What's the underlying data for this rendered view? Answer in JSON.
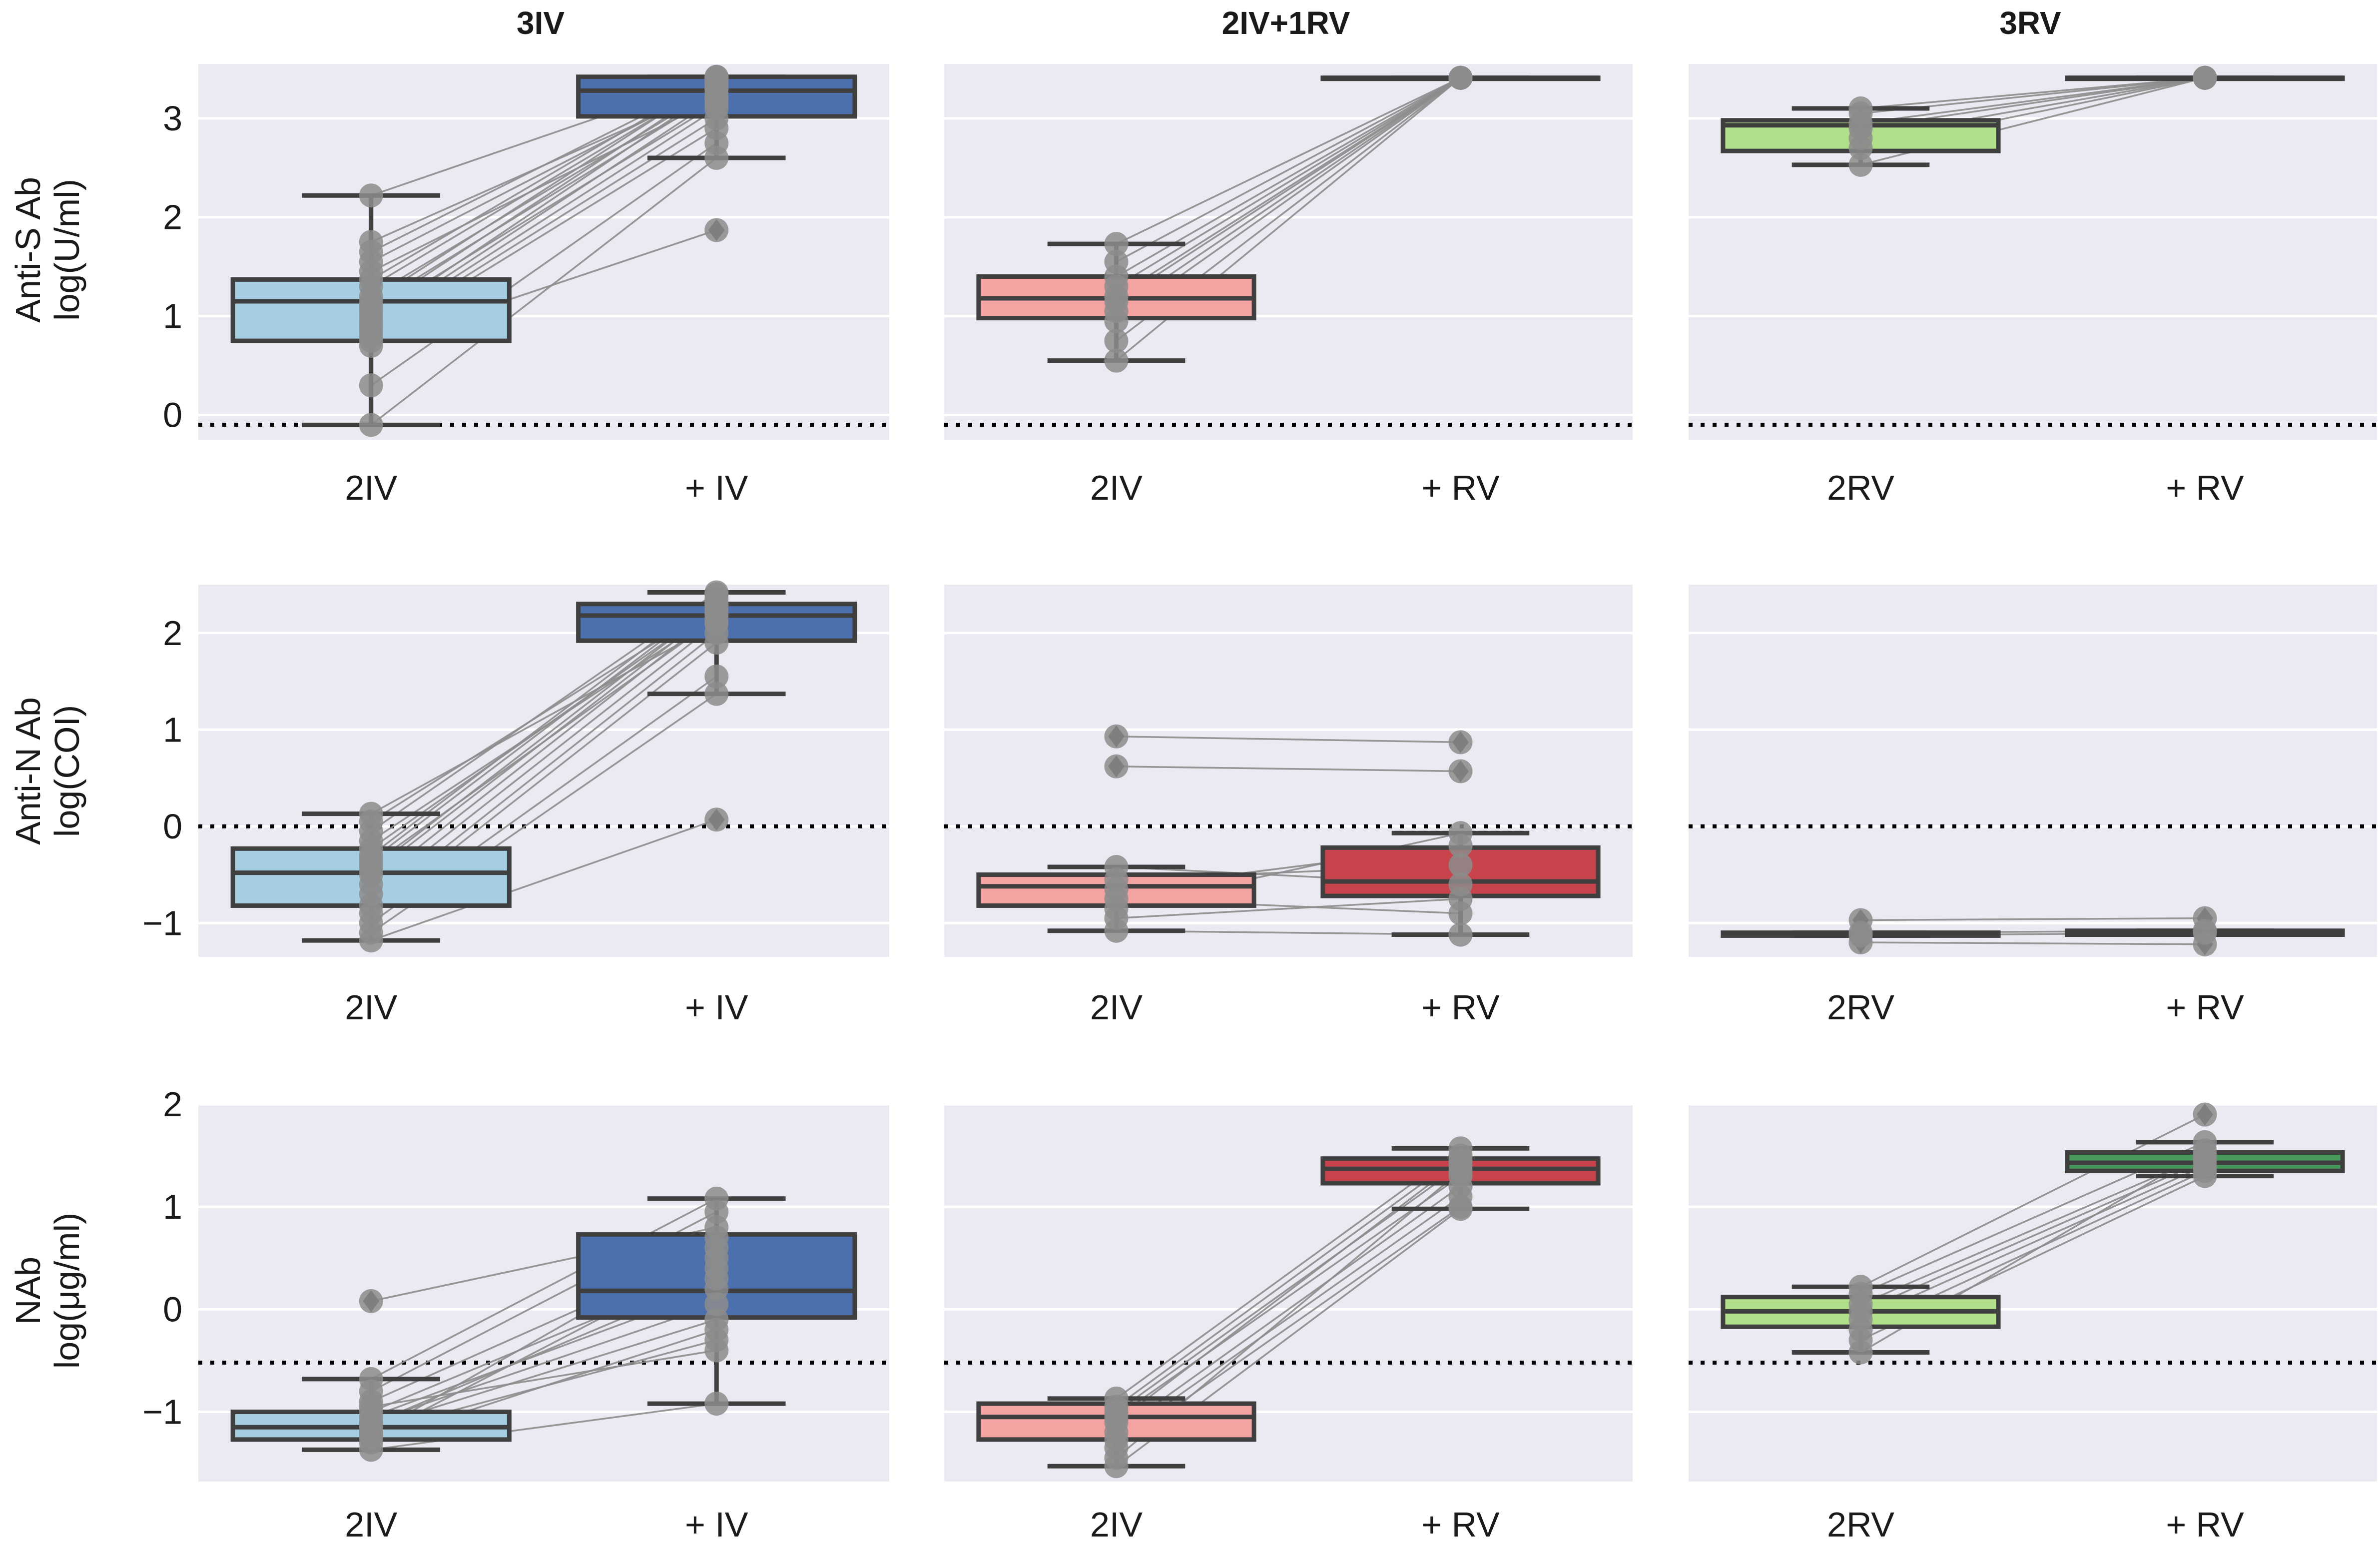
{
  "colors": {
    "panel_bg": "#EAEAF2",
    "grid": "#FFFFFF",
    "box_edge": "#3F3F3F",
    "point": "#8C8C8C",
    "pair_line": "#8C8C8C",
    "dotted_line": "#000000",
    "light_blue": "#A6CEE3",
    "dark_blue": "#4C6FAE",
    "light_red": "#F4A3A3",
    "dark_red": "#C8444D",
    "light_green": "#B2DF8A",
    "dark_green": "#4A9A5E"
  },
  "chart_data": [
    {
      "type": "box",
      "id": "anti-s-3iv",
      "row": 0,
      "col": 0,
      "title": "3IV",
      "ylabel": [
        "Anti-S Ab",
        "log(U/ml)"
      ],
      "ylim": [
        -0.25,
        3.55
      ],
      "yticks": [
        0,
        1,
        2,
        3
      ],
      "threshold": -0.1,
      "categories": [
        "2IV",
        "+ IV"
      ],
      "boxes": [
        {
          "q1": 0.75,
          "median": 1.15,
          "q3": 1.37,
          "wlow": -0.1,
          "whigh": 2.22,
          "color": "light_blue",
          "outliers": []
        },
        {
          "q1": 3.02,
          "median": 3.28,
          "q3": 3.42,
          "wlow": 2.6,
          "whigh": 3.42,
          "color": "dark_blue",
          "outliers": [
            1.87
          ]
        }
      ],
      "pairs": [
        [
          -0.1,
          2.6
        ],
        [
          0.3,
          2.75
        ],
        [
          0.7,
          1.87
        ],
        [
          0.75,
          2.9
        ],
        [
          0.8,
          3.0
        ],
        [
          0.85,
          3.1
        ],
        [
          0.9,
          3.2
        ],
        [
          0.95,
          3.3
        ],
        [
          1.0,
          3.15
        ],
        [
          1.05,
          3.35
        ],
        [
          1.1,
          3.25
        ],
        [
          1.15,
          3.4
        ],
        [
          1.2,
          3.3
        ],
        [
          1.3,
          3.38
        ],
        [
          1.37,
          3.42
        ],
        [
          1.45,
          3.2
        ],
        [
          1.55,
          3.35
        ],
        [
          1.65,
          3.4
        ],
        [
          1.75,
          3.3
        ],
        [
          2.22,
          3.42
        ]
      ]
    },
    {
      "type": "box",
      "id": "anti-s-2iv1rv",
      "row": 0,
      "col": 1,
      "title": "2IV+1RV",
      "ylim": [
        -0.25,
        3.55
      ],
      "yticks": [
        0,
        1,
        2,
        3
      ],
      "threshold": -0.1,
      "categories": [
        "2IV",
        "+ RV"
      ],
      "boxes": [
        {
          "q1": 0.98,
          "median": 1.18,
          "q3": 1.4,
          "wlow": 0.55,
          "whigh": 1.73,
          "color": "light_red",
          "outliers": []
        },
        {
          "q1": 3.41,
          "median": 3.41,
          "q3": 3.41,
          "wlow": 3.41,
          "whigh": 3.41,
          "color": "dark_red",
          "outliers": []
        }
      ],
      "pairs": [
        [
          0.55,
          3.41
        ],
        [
          0.75,
          3.41
        ],
        [
          0.95,
          3.41
        ],
        [
          1.05,
          3.41
        ],
        [
          1.15,
          3.41
        ],
        [
          1.2,
          3.41
        ],
        [
          1.3,
          3.41
        ],
        [
          1.4,
          3.41
        ],
        [
          1.55,
          3.41
        ],
        [
          1.73,
          3.41
        ]
      ]
    },
    {
      "type": "box",
      "id": "anti-s-3rv",
      "row": 0,
      "col": 2,
      "title": "3RV",
      "ylim": [
        -0.25,
        3.55
      ],
      "yticks": [
        0,
        1,
        2,
        3
      ],
      "threshold": -0.1,
      "categories": [
        "2RV",
        "+ RV"
      ],
      "boxes": [
        {
          "q1": 2.67,
          "median": 2.93,
          "q3": 2.98,
          "wlow": 2.53,
          "whigh": 3.1,
          "color": "light_green",
          "outliers": []
        },
        {
          "q1": 3.41,
          "median": 3.41,
          "q3": 3.41,
          "wlow": 3.41,
          "whigh": 3.41,
          "color": "dark_green",
          "outliers": []
        }
      ],
      "pairs": [
        [
          2.53,
          3.41
        ],
        [
          2.7,
          3.41
        ],
        [
          2.8,
          3.41
        ],
        [
          2.9,
          3.41
        ],
        [
          2.95,
          3.41
        ],
        [
          3.05,
          3.41
        ],
        [
          3.1,
          3.41
        ]
      ]
    },
    {
      "type": "box",
      "id": "anti-n-3iv",
      "row": 1,
      "col": 0,
      "ylabel": [
        "Anti-N Ab",
        "log(COI)"
      ],
      "ylim": [
        -1.35,
        2.5
      ],
      "yticks": [
        -1,
        0,
        1,
        2
      ],
      "threshold": 0,
      "categories": [
        "2IV",
        "+ IV"
      ],
      "boxes": [
        {
          "q1": -0.82,
          "median": -0.48,
          "q3": -0.23,
          "wlow": -1.18,
          "whigh": 0.13,
          "color": "light_blue",
          "outliers": []
        },
        {
          "q1": 1.92,
          "median": 2.18,
          "q3": 2.3,
          "wlow": 1.37,
          "whigh": 2.42,
          "color": "dark_blue",
          "outliers": [
            0.07
          ]
        }
      ],
      "pairs": [
        [
          -1.18,
          0.07
        ],
        [
          -1.1,
          1.37
        ],
        [
          -1.0,
          1.55
        ],
        [
          -0.9,
          1.9
        ],
        [
          -0.82,
          2.0
        ],
        [
          -0.7,
          2.1
        ],
        [
          -0.6,
          2.2
        ],
        [
          -0.5,
          2.25
        ],
        [
          -0.45,
          2.3
        ],
        [
          -0.4,
          2.15
        ],
        [
          -0.35,
          2.35
        ],
        [
          -0.3,
          2.4
        ],
        [
          -0.23,
          2.28
        ],
        [
          -0.15,
          2.2
        ],
        [
          -0.05,
          2.42
        ],
        [
          0.05,
          2.3
        ],
        [
          0.13,
          2.1
        ]
      ]
    },
    {
      "type": "box",
      "id": "anti-n-2iv1rv",
      "row": 1,
      "col": 1,
      "ylim": [
        -1.35,
        2.5
      ],
      "yticks": [
        -1,
        0,
        1,
        2
      ],
      "threshold": 0,
      "categories": [
        "2IV",
        "+ RV"
      ],
      "boxes": [
        {
          "q1": -0.82,
          "median": -0.62,
          "q3": -0.5,
          "wlow": -1.08,
          "whigh": -0.42,
          "color": "light_red",
          "outliers": [
            0.93,
            0.62
          ]
        },
        {
          "q1": -0.72,
          "median": -0.57,
          "q3": -0.22,
          "wlow": -1.12,
          "whigh": -0.07,
          "color": "dark_red",
          "outliers": [
            0.87,
            0.57
          ]
        }
      ],
      "pairs": [
        [
          0.93,
          0.87
        ],
        [
          0.62,
          0.57
        ],
        [
          -0.42,
          -0.6
        ],
        [
          -0.55,
          -0.4
        ],
        [
          -0.65,
          -0.2
        ],
        [
          -0.75,
          -0.9
        ],
        [
          -0.85,
          -0.07
        ],
        [
          -0.95,
          -0.75
        ],
        [
          -1.08,
          -1.12
        ]
      ]
    },
    {
      "type": "box",
      "id": "anti-n-3rv",
      "row": 1,
      "col": 2,
      "ylim": [
        -1.35,
        2.5
      ],
      "yticks": [
        -1,
        0,
        1,
        2
      ],
      "threshold": 0,
      "categories": [
        "2RV",
        "+ RV"
      ],
      "boxes": [
        {
          "q1": -1.13,
          "median": -1.12,
          "q3": -1.1,
          "wlow": -1.13,
          "whigh": -1.1,
          "color": "light_green",
          "outliers": [
            -0.97,
            -1.2
          ]
        },
        {
          "q1": -1.12,
          "median": -1.1,
          "q3": -1.08,
          "wlow": -1.12,
          "whigh": -1.08,
          "color": "dark_green",
          "outliers": [
            -0.95,
            -1.22
          ]
        }
      ],
      "pairs": [
        [
          -0.97,
          -0.95
        ],
        [
          -1.1,
          -1.08
        ],
        [
          -1.2,
          -1.22
        ],
        [
          -1.13,
          -1.1
        ]
      ]
    },
    {
      "type": "box",
      "id": "nab-3iv",
      "row": 2,
      "col": 0,
      "ylabel": [
        "NAb",
        "log(μg/ml)"
      ],
      "ylim": [
        -1.68,
        2.0
      ],
      "yticks": [
        -1,
        0,
        1,
        2
      ],
      "threshold": -0.52,
      "categories": [
        "2IV",
        "+ IV"
      ],
      "boxes": [
        {
          "q1": -1.27,
          "median": -1.15,
          "q3": -1.0,
          "wlow": -1.37,
          "whigh": -0.68,
          "color": "light_blue",
          "outliers": [
            0.08
          ]
        },
        {
          "q1": -0.08,
          "median": 0.18,
          "q3": 0.73,
          "wlow": -0.92,
          "whigh": 1.08,
          "color": "dark_blue",
          "outliers": []
        }
      ],
      "pairs": [
        [
          0.08,
          0.8
        ],
        [
          -0.68,
          1.08
        ],
        [
          -0.8,
          0.95
        ],
        [
          -0.9,
          0.6
        ],
        [
          -1.0,
          0.4
        ],
        [
          -1.05,
          0.2
        ],
        [
          -1.1,
          0.05
        ],
        [
          -1.15,
          -0.1
        ],
        [
          -1.2,
          -0.3
        ],
        [
          -1.25,
          0.5
        ],
        [
          -1.3,
          -0.2
        ],
        [
          -1.37,
          -0.92
        ],
        [
          -1.12,
          0.3
        ],
        [
          -1.22,
          0.7
        ],
        [
          -0.95,
          -0.4
        ]
      ]
    },
    {
      "type": "box",
      "id": "nab-2iv1rv",
      "row": 2,
      "col": 1,
      "ylim": [
        -1.68,
        2.0
      ],
      "yticks": [
        -1,
        0,
        1,
        2
      ],
      "threshold": -0.52,
      "categories": [
        "2IV",
        "+ RV"
      ],
      "boxes": [
        {
          "q1": -1.27,
          "median": -1.05,
          "q3": -0.92,
          "wlow": -1.53,
          "whigh": -0.87,
          "color": "light_red",
          "outliers": []
        },
        {
          "q1": 1.23,
          "median": 1.37,
          "q3": 1.47,
          "wlow": 0.98,
          "whigh": 1.57,
          "color": "dark_red",
          "outliers": []
        }
      ],
      "pairs": [
        [
          -0.87,
          1.57
        ],
        [
          -0.95,
          1.5
        ],
        [
          -1.0,
          1.4
        ],
        [
          -1.05,
          1.3
        ],
        [
          -1.1,
          1.45
        ],
        [
          -1.2,
          1.2
        ],
        [
          -1.27,
          1.1
        ],
        [
          -1.35,
          1.0
        ],
        [
          -1.45,
          1.35
        ],
        [
          -1.53,
          0.98
        ]
      ]
    },
    {
      "type": "box",
      "id": "nab-3rv",
      "row": 2,
      "col": 2,
      "ylim": [
        -1.68,
        2.0
      ],
      "yticks": [
        -1,
        0,
        1,
        2
      ],
      "threshold": -0.52,
      "categories": [
        "2RV",
        "+ RV"
      ],
      "boxes": [
        {
          "q1": -0.17,
          "median": -0.02,
          "q3": 0.12,
          "wlow": -0.42,
          "whigh": 0.22,
          "color": "light_green",
          "outliers": []
        },
        {
          "q1": 1.35,
          "median": 1.43,
          "q3": 1.53,
          "wlow": 1.3,
          "whigh": 1.63,
          "color": "dark_green",
          "outliers": [
            1.9
          ]
        }
      ],
      "pairs": [
        [
          0.22,
          1.9
        ],
        [
          0.15,
          1.63
        ],
        [
          0.05,
          1.5
        ],
        [
          -0.02,
          1.45
        ],
        [
          -0.1,
          1.4
        ],
        [
          -0.2,
          1.35
        ],
        [
          -0.3,
          1.3
        ],
        [
          -0.42,
          1.55
        ]
      ]
    }
  ]
}
